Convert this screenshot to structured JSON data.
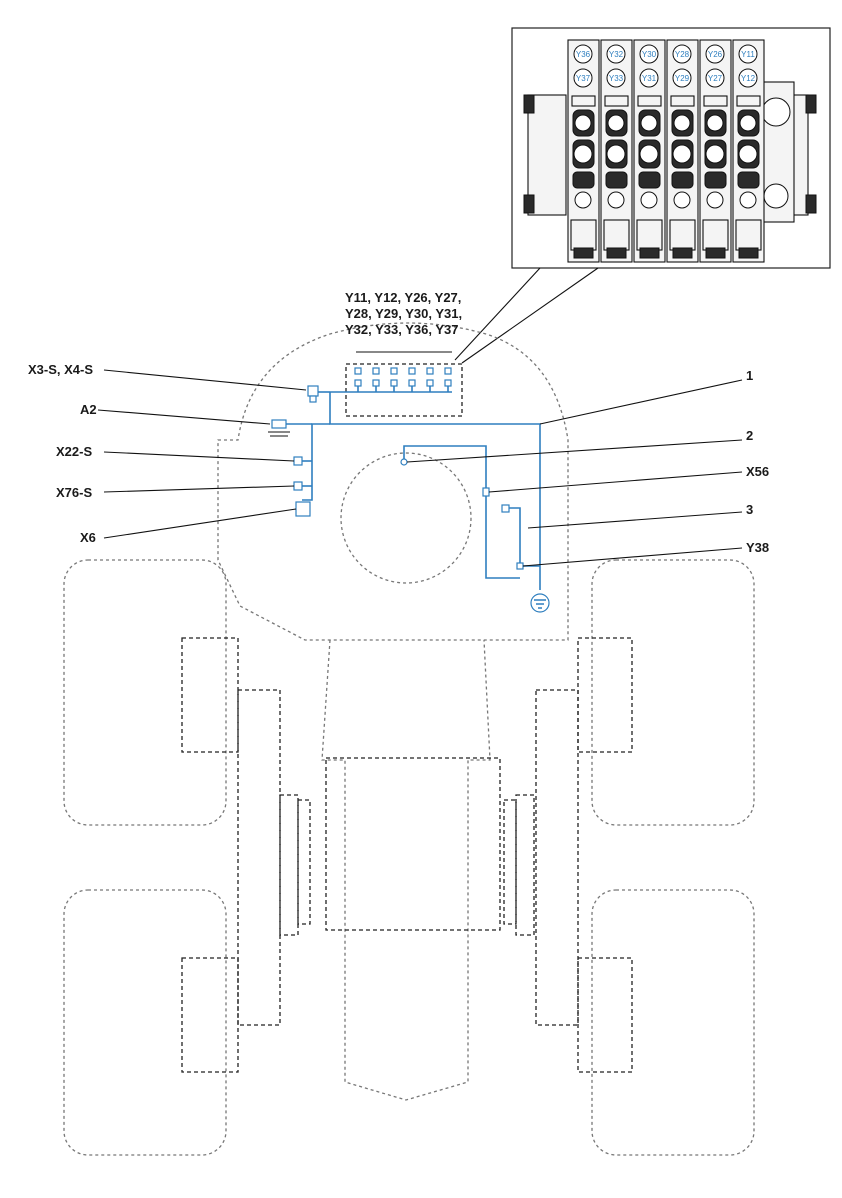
{
  "labels": {
    "valve_group": [
      "Y11, Y12, Y26, Y27,",
      "Y28, Y29, Y30, Y31,",
      "Y32, Y33, Y36, Y37"
    ],
    "x3_x4": "X3-S, X4-S",
    "a2": "A2",
    "x22": "X22-S",
    "x76": "X76-S",
    "x6": "X6",
    "item1": "1",
    "item2": "2",
    "x56": "X56",
    "item3": "3",
    "y38": "Y38"
  },
  "inset": {
    "top_coils": [
      "Y36",
      "Y32",
      "Y30",
      "Y28",
      "Y26",
      "Y11"
    ],
    "bottom_coils": [
      "Y37",
      "Y33",
      "Y31",
      "Y29",
      "Y27",
      "Y12"
    ]
  },
  "colors": {
    "harness": "#2f7fbf",
    "outline": "#777777",
    "text": "#1a1a1a"
  }
}
